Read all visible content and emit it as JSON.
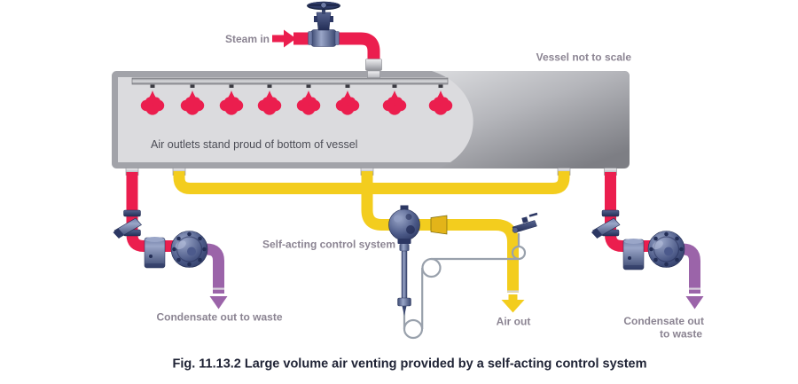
{
  "figure": {
    "caption": "Fig. 11.13.2 Large volume air venting provided by a self-acting control system"
  },
  "labels": {
    "steam_in": "Steam in",
    "vessel_note": "Vessel not to scale",
    "air_outlets_note": "Air outlets stand proud of bottom of vessel",
    "control_system": "Self-acting control system",
    "air_out": "Air out",
    "condensate_left": "Condensate out to waste",
    "condensate_right_line1": "Condensate out",
    "condensate_right_line2": "to waste"
  },
  "colors": {
    "steam_pipe": "#EB1E4E",
    "air_pipe": "#F3CD1E",
    "condensate_pipe": "#9B64A9",
    "equipment_navy": "#3B4A7E",
    "label_gray": "#8B8492",
    "note_gray": "#4B4C55",
    "caption_navy": "#1F2335"
  },
  "components": {
    "isolation_valve": "globe-valve",
    "vessel": "process-vessel",
    "sparge_pipe": "air-distribution-pipe",
    "air_outlet_count": "8",
    "control_valve": "self-acting-control-valve",
    "sensor": "temperature-sensor",
    "capillary": "capillary-tube",
    "strainer": "y-strainer",
    "trap": "float-steam-trap"
  }
}
